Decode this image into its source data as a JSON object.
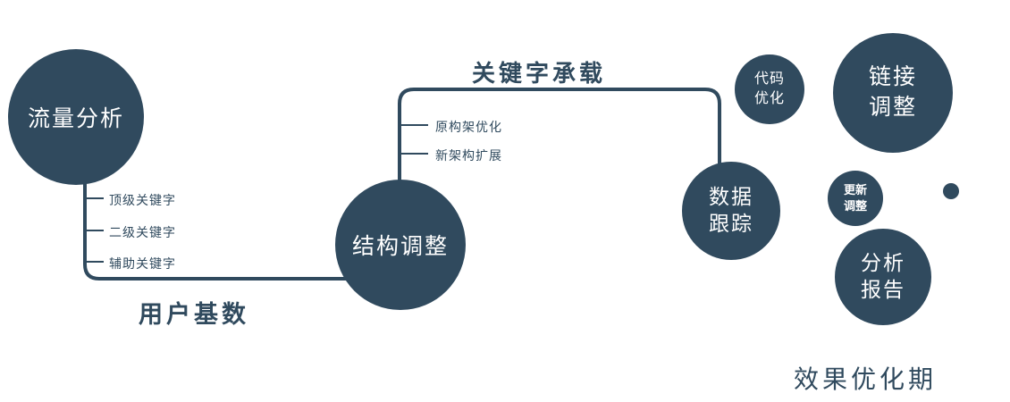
{
  "diagram": {
    "accent_color": "#304a5e",
    "nodes": {
      "traffic_analysis": {
        "label": "流量分析"
      },
      "structure_adjustment": {
        "label": "结构调整"
      },
      "data_tracking": {
        "line1": "数据",
        "line2": "跟踪"
      },
      "code_optimization": {
        "line1": "代码",
        "line2": "优化"
      },
      "link_adjustment": {
        "line1": "链接",
        "line2": "调整"
      },
      "update_adjustment": {
        "line1": "更新",
        "line2": "调整"
      },
      "analysis_report": {
        "line1": "分析",
        "line2": "报告"
      }
    },
    "edge_labels": {
      "keyword_carrying": "关键字承载",
      "user_base": "用户基数"
    },
    "branch_labels": {
      "top_keyword": "顶级关键字",
      "second_keyword": "二级关键字",
      "auxiliary_keyword": "辅助关键字",
      "original_architecture_optimization": "原构架优化",
      "new_architecture_expansion": "新架构扩展"
    },
    "footer_label": "效果优化期"
  }
}
